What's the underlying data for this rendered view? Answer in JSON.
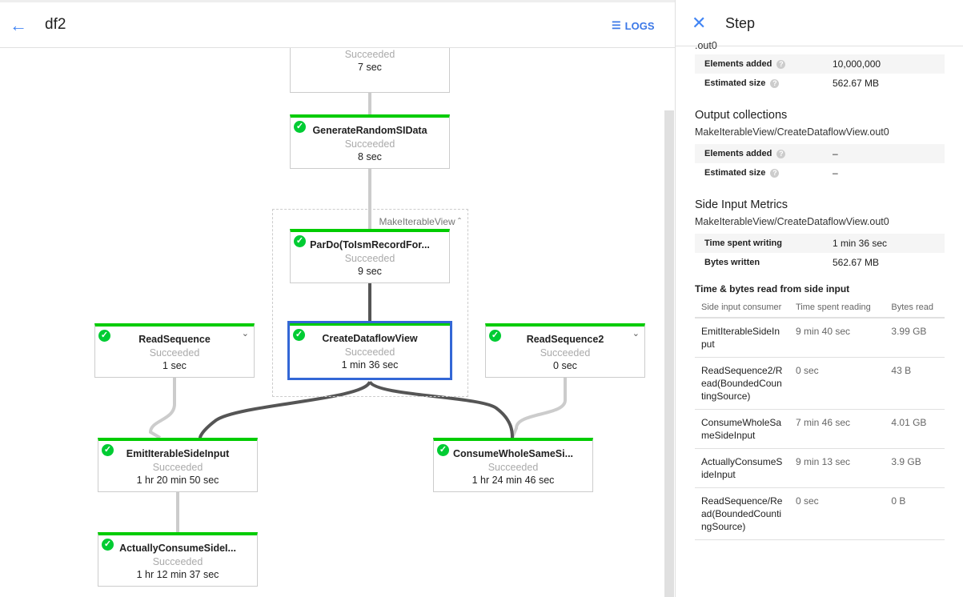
{
  "header": {
    "title": "df2",
    "logs_label": "LOGS"
  },
  "graph": {
    "group_label": "MakeIterableView",
    "nodes": {
      "top": {
        "name": "",
        "status": "Succeeded",
        "duration": "7 sec"
      },
      "generate": {
        "name": "GenerateRandomSIData",
        "status": "Succeeded",
        "duration": "8 sec"
      },
      "pardo": {
        "name": "ParDo(ToIsmRecordFor...",
        "status": "Succeeded",
        "duration": "9 sec"
      },
      "create": {
        "name": "CreateDataflowView",
        "status": "Succeeded",
        "duration": "1 min 36 sec"
      },
      "read1": {
        "name": "ReadSequence",
        "status": "Succeeded",
        "duration": "1 sec"
      },
      "read2": {
        "name": "ReadSequence2",
        "status": "Succeeded",
        "duration": "0 sec"
      },
      "emit": {
        "name": "EmitIterableSideInput",
        "status": "Succeeded",
        "duration": "1 hr 20 min 50 sec"
      },
      "consume": {
        "name": "ConsumeWholeSameSi...",
        "status": "Succeeded",
        "duration": "1 hr 24 min 46 sec"
      },
      "actually": {
        "name": "ActuallyConsumeSideI...",
        "status": "Succeeded",
        "duration": "1 hr 12 min 37 sec"
      }
    },
    "colors": {
      "success": "#00c853",
      "selected": "#3367d6"
    }
  },
  "panel": {
    "title": "Step",
    "input_cut": ".out0",
    "input_metrics": [
      {
        "k": "Elements added",
        "v": "10,000,000"
      },
      {
        "k": "Estimated size",
        "v": "562.67 MB"
      }
    ],
    "output_title": "Output collections",
    "output_name": "MakeIterableView/CreateDataflowView.out0",
    "output_metrics": [
      {
        "k": "Elements added",
        "v": "–"
      },
      {
        "k": "Estimated size",
        "v": "–"
      }
    ],
    "side_title": "Side Input Metrics",
    "side_name": "MakeIterableView/CreateDataflowView.out0",
    "side_metrics": [
      {
        "k": "Time spent writing",
        "v": "1 min 36 sec"
      },
      {
        "k": "Bytes written",
        "v": "562.67 MB"
      }
    ],
    "read_title": "Time & bytes read from side input",
    "columns": [
      "Side input consumer",
      "Time spent reading",
      "Bytes read"
    ],
    "rows": [
      [
        "EmitIterableSideInput",
        "9 min 40 sec",
        "3.99 GB"
      ],
      [
        "ReadSequence2/Read(BoundedCountingSource)",
        "0 sec",
        "43 B"
      ],
      [
        "ConsumeWholeSameSideInput",
        "7 min 46 sec",
        "4.01 GB"
      ],
      [
        "ActuallyConsumeSideInput",
        "9 min 13 sec",
        "3.9 GB"
      ],
      [
        "ReadSequence/Read(BoundedCountingSource)",
        "0 sec",
        "0 B"
      ]
    ]
  }
}
